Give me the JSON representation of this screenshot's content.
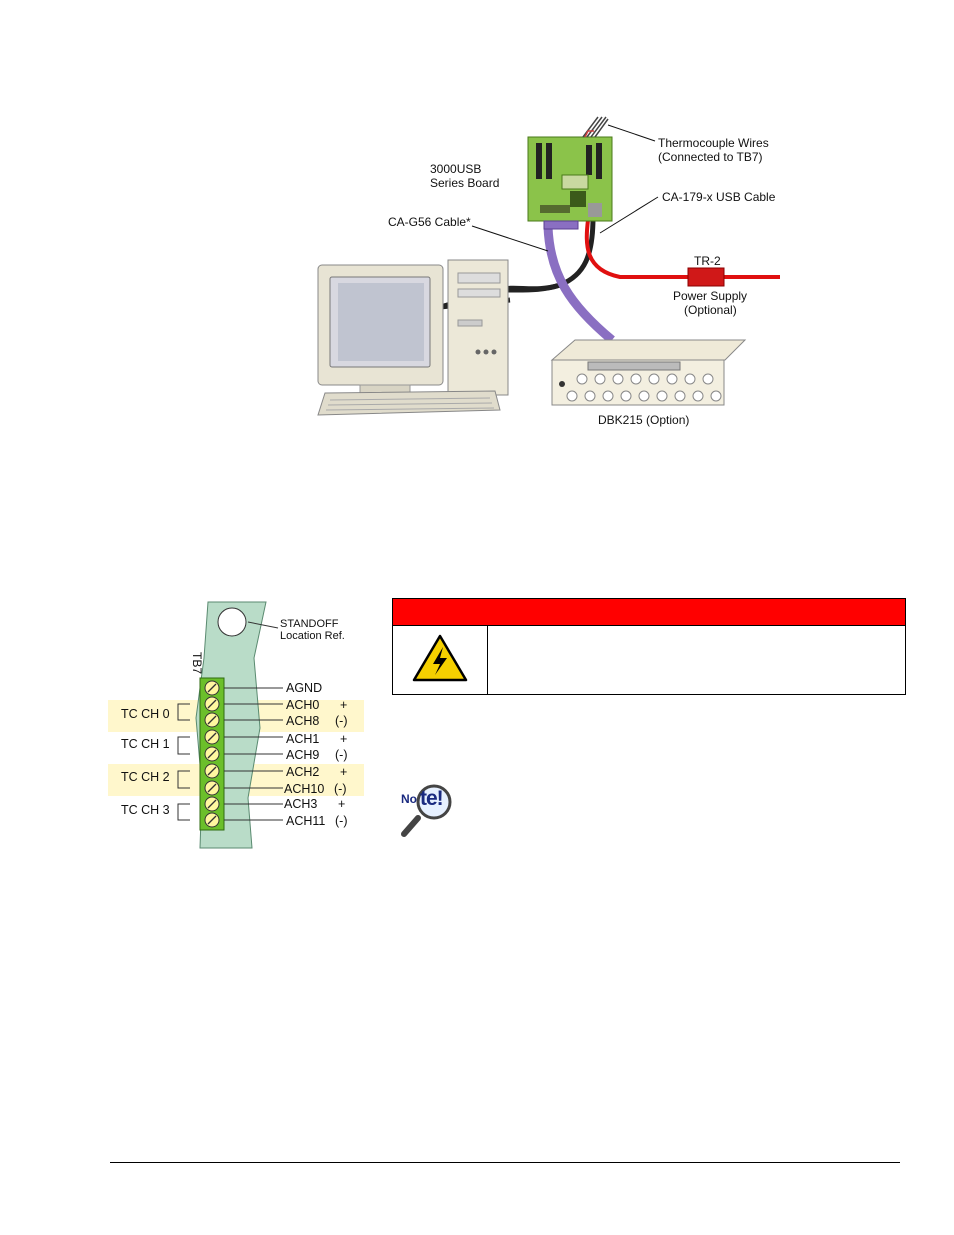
{
  "diagram": {
    "labels": {
      "board": [
        "3000USB",
        "Series Board"
      ],
      "thermocouple": [
        "Thermocouple Wires",
        "(Connected to TB7)"
      ],
      "usb_cable": "CA-179-x USB Cable",
      "cable_g56": "CA-G56 Cable*",
      "tr2": "TR-2",
      "power_supply": [
        "Power Supply",
        "(Optional)"
      ],
      "dbk": "DBK215 (Option)"
    }
  },
  "tb7": {
    "connector": "TB7",
    "standoff": [
      "STANDOFF",
      "Location Ref."
    ],
    "channels": [
      "TC CH 0",
      "TC CH 1",
      "TC CH 2",
      "TC CH 3"
    ],
    "terminals": [
      {
        "name": "AGND",
        "pol": ""
      },
      {
        "name": "ACH0",
        "pol": "+"
      },
      {
        "name": "ACH8",
        "pol": "(-)"
      },
      {
        "name": "ACH1",
        "pol": "+"
      },
      {
        "name": "ACH9",
        "pol": "(-)"
      },
      {
        "name": "ACH2",
        "pol": "+"
      },
      {
        "name": "ACH10",
        "pol": "(-)"
      },
      {
        "name": "ACH3",
        "pol": "+"
      },
      {
        "name": "ACH11",
        "pol": "(-)"
      }
    ]
  },
  "note_logo": {
    "text_a": "No",
    "text_b": "te!"
  },
  "colors": {
    "warning_bar": "#ff0000",
    "board_green": "#8bc34a",
    "terminal_green": "#6bbf2a",
    "highlight_yellow": "#fff7cc"
  }
}
